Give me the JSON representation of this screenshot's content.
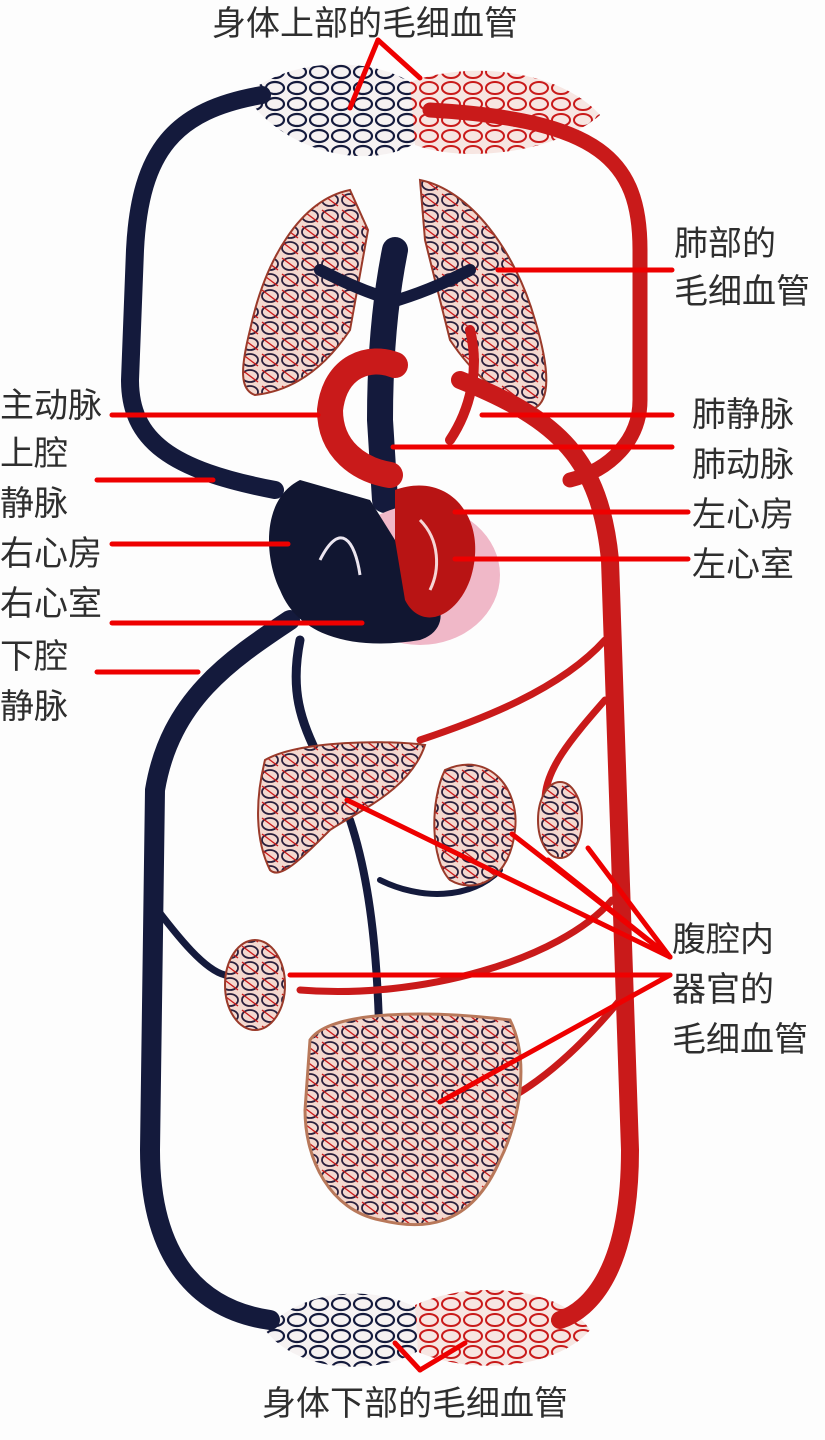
{
  "labels": {
    "upper_capillaries": "身体上部的毛细血管",
    "lung_capillaries_1": "肺部的",
    "lung_capillaries_2": "毛细血管",
    "aorta": "主动脉",
    "superior_vena_cava_1": "上腔",
    "superior_vena_cava_2": "静脉",
    "right_atrium": "右心房",
    "right_ventricle": "右心室",
    "inferior_vena_cava_1": "下腔",
    "inferior_vena_cava_2": "静脉",
    "pulmonary_vein": "肺静脉",
    "pulmonary_artery": "肺动脉",
    "left_atrium": "左心房",
    "left_ventricle": "左心室",
    "abdominal_1": "腹腔内",
    "abdominal_2": "器官的",
    "abdominal_3": "毛细血管",
    "lower_capillaries": "身体下部的毛细血管"
  },
  "colors": {
    "venous": "#141a3c",
    "arterial": "#c91a1a",
    "pointer": "#ee0000",
    "organ_fill": "#f3d2c8",
    "pericardium": "#f0b8c8"
  }
}
